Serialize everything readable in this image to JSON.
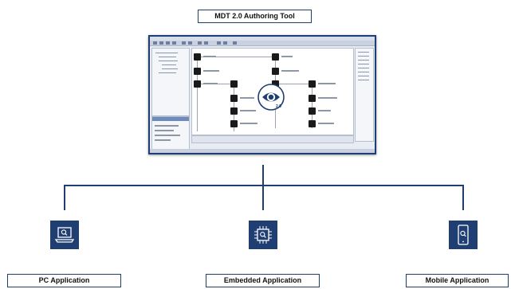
{
  "diagram": {
    "title": "MDT 2.0 Authoring Tool",
    "logo_badge": "2.0",
    "applications": [
      {
        "label": "PC Application",
        "icon": "laptop-search-icon"
      },
      {
        "label": "Embedded Application",
        "icon": "chip-search-icon"
      },
      {
        "label": "Mobile Application",
        "icon": "phone-search-icon"
      }
    ]
  },
  "colors": {
    "brand": "#1f3f73",
    "screenshot_frame": "#1e3e78",
    "logo_ring": "#1f3f73",
    "background": "#ffffff"
  }
}
